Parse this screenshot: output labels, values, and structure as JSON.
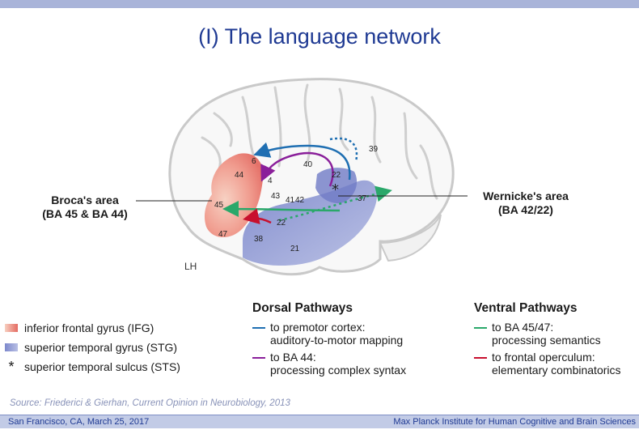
{
  "title": "(I) The language network",
  "labels": {
    "broca_line1": "Broca's area",
    "broca_line2": "(BA 45 & BA 44)",
    "wernicke_line1": "Wernicke's area",
    "wernicke_line2": "(BA 42/22)",
    "hemisphere": "LH"
  },
  "brodmann_areas": [
    "6",
    "4",
    "40",
    "39",
    "44",
    "43",
    "41",
    "42",
    "22",
    "37",
    "45",
    "47",
    "38",
    "22",
    "21"
  ],
  "legend": [
    {
      "text": "inferior frontal gyrus (IFG)",
      "color": "#f0988a"
    },
    {
      "text": "superior temporal gyrus (STG)",
      "color": "#8c97d4"
    },
    {
      "text": "superior temporal sulcus (STS)",
      "symbol": "*"
    }
  ],
  "dorsal": {
    "heading": "Dorsal Pathways",
    "items": [
      {
        "line1": "to premotor cortex:",
        "line2": "auditory-to-motor mapping",
        "color": "#1f6fb2"
      },
      {
        "line1": "to BA 44:",
        "line2": "processing complex syntax",
        "color": "#8a1f9a"
      }
    ]
  },
  "ventral": {
    "heading": "Ventral Pathways",
    "items": [
      {
        "line1": "to BA 45/47:",
        "line2": "processing semantics",
        "color": "#2aa86a"
      },
      {
        "line1": "to frontal operculum:",
        "line2": "elementary combinatorics",
        "color": "#c8102e"
      }
    ]
  },
  "source": "Source: Friederici & Gierhan, Current Opinion in Neurobiology, 2013",
  "footer": {
    "left": "San Francisco, CA, March 25, 2017",
    "right": "Max Planck Institute for Human Cognitive and Brain Sciences"
  }
}
